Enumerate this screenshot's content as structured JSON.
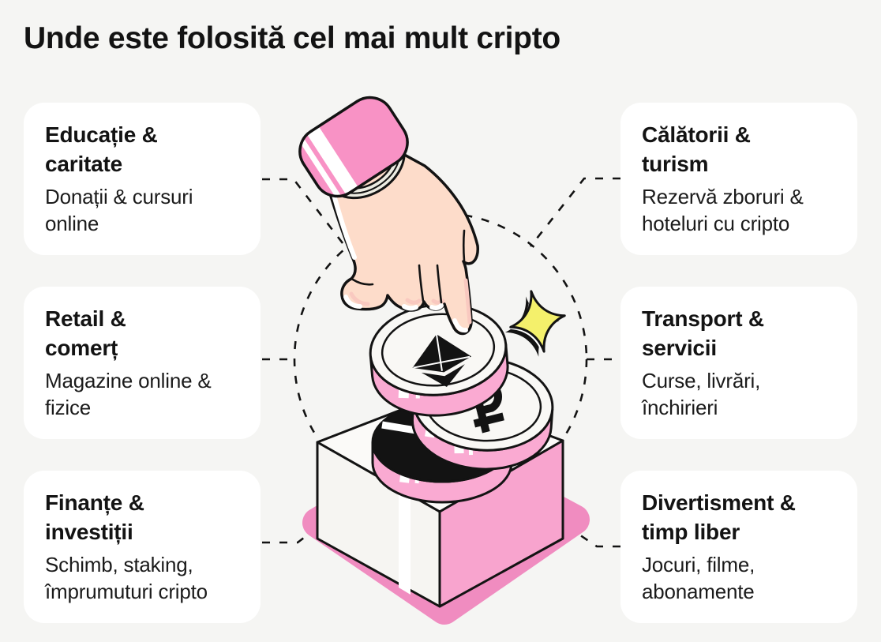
{
  "title": "Unde este folosită cel mai mult cripto",
  "cards": [
    {
      "title": "Educație &\ncaritate",
      "description": "Donații & cursuri\nonline"
    },
    {
      "title": "Retail &\ncomerț",
      "description": "Magazine online &\nfizice"
    },
    {
      "title": "Finanțe &\ninvestiții",
      "description": "Schimb, staking,\nîmprumuturi cripto"
    },
    {
      "title": "Călătorii &\nturism",
      "description": "Rezervă zboruri &\nhoteluri cu cripto"
    },
    {
      "title": "Transport &\nservicii",
      "description": "Curse, livrări,\nînchirieri"
    },
    {
      "title": "Divertisment &\ntimp liber",
      "description": "Jocuri, filme,\nabonamente"
    }
  ],
  "illustration": {
    "icons": [
      "hand-pointing-icon",
      "sleeve-cuff-icon",
      "bracelet-icon",
      "ethereum-coin-icon",
      "crypto-coin-icon",
      "black-coin-icon",
      "donation-box-icon",
      "sparkle-icon",
      "dashed-circle"
    ],
    "colors": {
      "background": "#F5F5F3",
      "card": "#FFFFFF",
      "ink": "#131313",
      "pink_sleeve": "#F892C5",
      "pink_box_side": "#F8A4CE",
      "pink_shadow": "#F08CC0",
      "pink_coin_rim": "#FAAAD2",
      "skin": "#FDDCCA",
      "skin_shade": "#F9C9C0",
      "sparkle_yellow": "#F4F06B",
      "bracelet_cream": "#EDECE2"
    }
  }
}
